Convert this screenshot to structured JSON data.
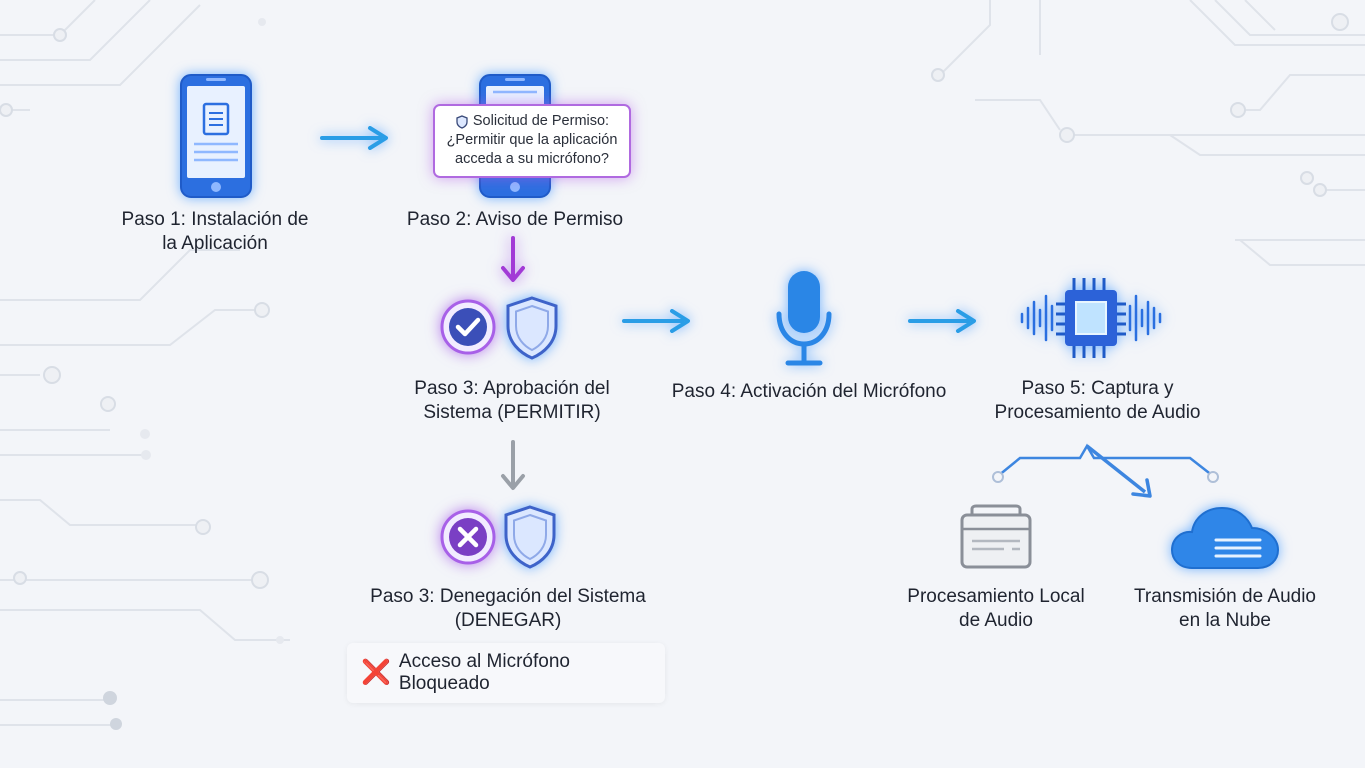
{
  "popup": {
    "line1": "Solicitud de Permiso:",
    "line2": "¿Permitir que la aplicación",
    "line3": "acceda a su micrófono?"
  },
  "steps": {
    "step1": {
      "line1": "Paso 1: Instalación de",
      "line2": "la Aplicación"
    },
    "step2": {
      "line1": "Paso 2: Aviso de Permiso"
    },
    "step3_allow": {
      "line1": "Paso 3: Aprobación del",
      "line2": "Sistema (PERMITIR)"
    },
    "step3_deny": {
      "line1": "Paso 3: Denegación del Sistema",
      "line2": "(DENEGAR)"
    },
    "step4": {
      "line1": "Paso 4: Activación del Micrófono"
    },
    "step5": {
      "line1": "Paso 5: Captura y",
      "line2": "Procesamiento de Audio"
    },
    "local": {
      "line1": "Procesamiento Local",
      "line2": "de Audio"
    },
    "cloud": {
      "line1": "Transmisión de Audio",
      "line2": "en la Nube"
    }
  },
  "blocked": {
    "mark": "❌",
    "text": "Acceso al Micrófono Bloqueado"
  },
  "colors": {
    "blue": "#2a7fe0",
    "arrow_blue": "#2a9de6",
    "purple": "#a23ad6",
    "gray_arrow": "#9aa0a8",
    "deny_red": "#d93030"
  },
  "icons": {
    "phone": "smartphone-icon",
    "check": "check-badge-icon",
    "cross": "cross-badge-icon",
    "shield": "shield-icon",
    "mic": "microphone-icon",
    "chip": "processor-chip-icon",
    "server": "server-icon",
    "cloud": "cloud-icon"
  }
}
